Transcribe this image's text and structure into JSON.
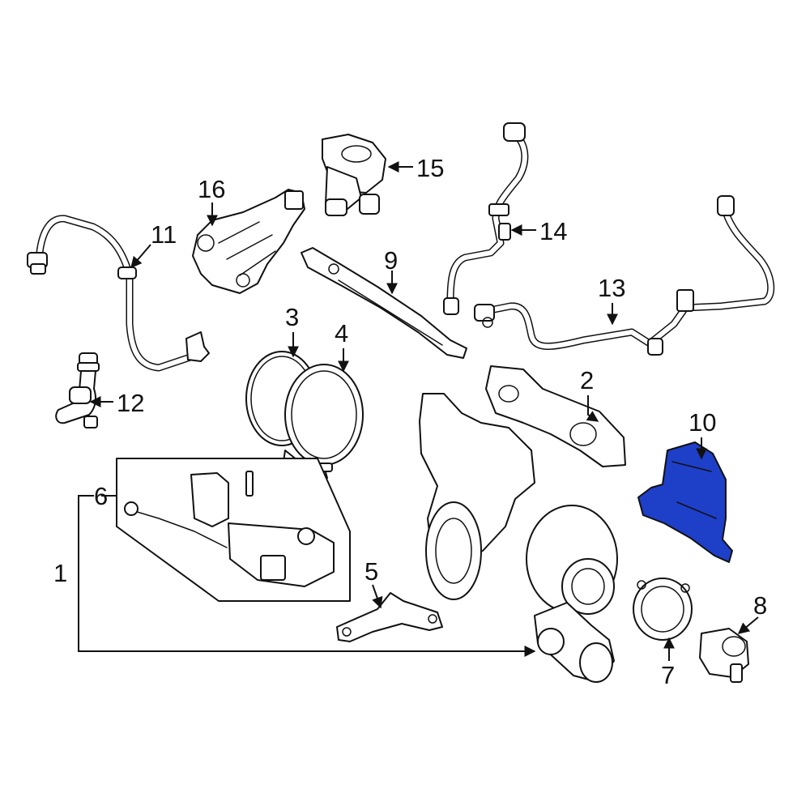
{
  "callouts": [
    {
      "id": "1",
      "label": "1"
    },
    {
      "id": "2",
      "label": "2"
    },
    {
      "id": "3",
      "label": "3"
    },
    {
      "id": "4",
      "label": "4"
    },
    {
      "id": "5",
      "label": "5"
    },
    {
      "id": "6",
      "label": "6"
    },
    {
      "id": "7",
      "label": "7"
    },
    {
      "id": "8",
      "label": "8"
    },
    {
      "id": "9",
      "label": "9"
    },
    {
      "id": "10",
      "label": "10"
    },
    {
      "id": "11",
      "label": "11"
    },
    {
      "id": "12",
      "label": "12"
    },
    {
      "id": "13",
      "label": "13"
    },
    {
      "id": "14",
      "label": "14"
    },
    {
      "id": "15",
      "label": "15"
    },
    {
      "id": "16",
      "label": "16"
    }
  ],
  "highlight": {
    "part": "10",
    "fill_color": "#1e3fc8",
    "outline_color": "#111111"
  }
}
